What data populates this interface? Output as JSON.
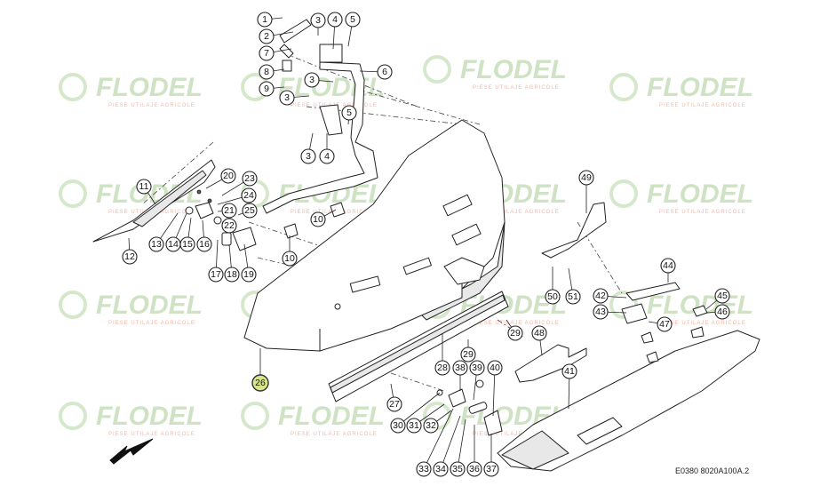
{
  "diagram": {
    "reference_code": "E0380 8020A100A.2",
    "watermark": {
      "brand": "FLODEL",
      "tagline": "PIESE UTILAJE AGRICOLE"
    },
    "highlighted_part": "26",
    "parts": [
      "1",
      "2",
      "3",
      "4",
      "5",
      "6",
      "7",
      "8",
      "9",
      "10",
      "11",
      "12",
      "13",
      "14",
      "15",
      "16",
      "17",
      "18",
      "19",
      "20",
      "21",
      "22",
      "23",
      "24",
      "25",
      "26",
      "27",
      "28",
      "29",
      "30",
      "31",
      "32",
      "33",
      "34",
      "35",
      "36",
      "37",
      "38",
      "39",
      "40",
      "41",
      "42",
      "43",
      "44",
      "45",
      "46",
      "47",
      "48",
      "49",
      "50",
      "51"
    ]
  }
}
